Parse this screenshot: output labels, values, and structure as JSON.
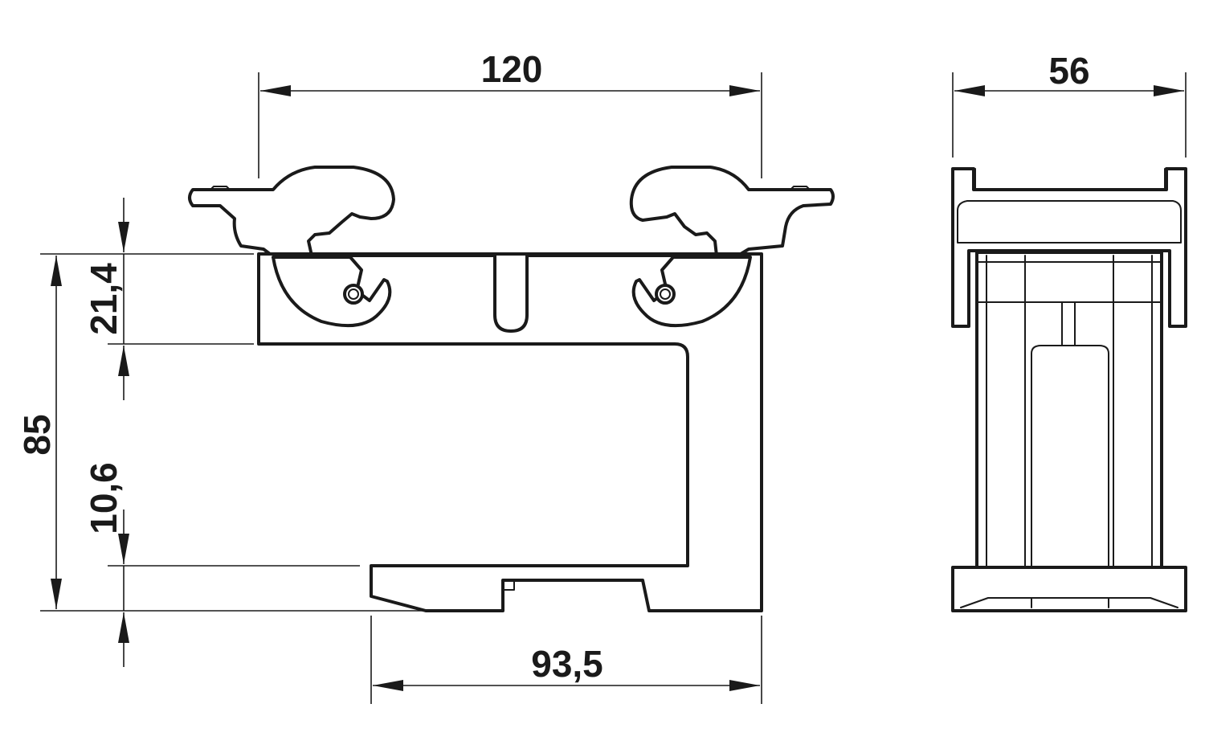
{
  "dimensions": {
    "width_top": "120",
    "width_side": "56",
    "width_bottom": "93,5",
    "height_total": "85",
    "height_upper": "21,4",
    "height_lower": "10,6"
  }
}
